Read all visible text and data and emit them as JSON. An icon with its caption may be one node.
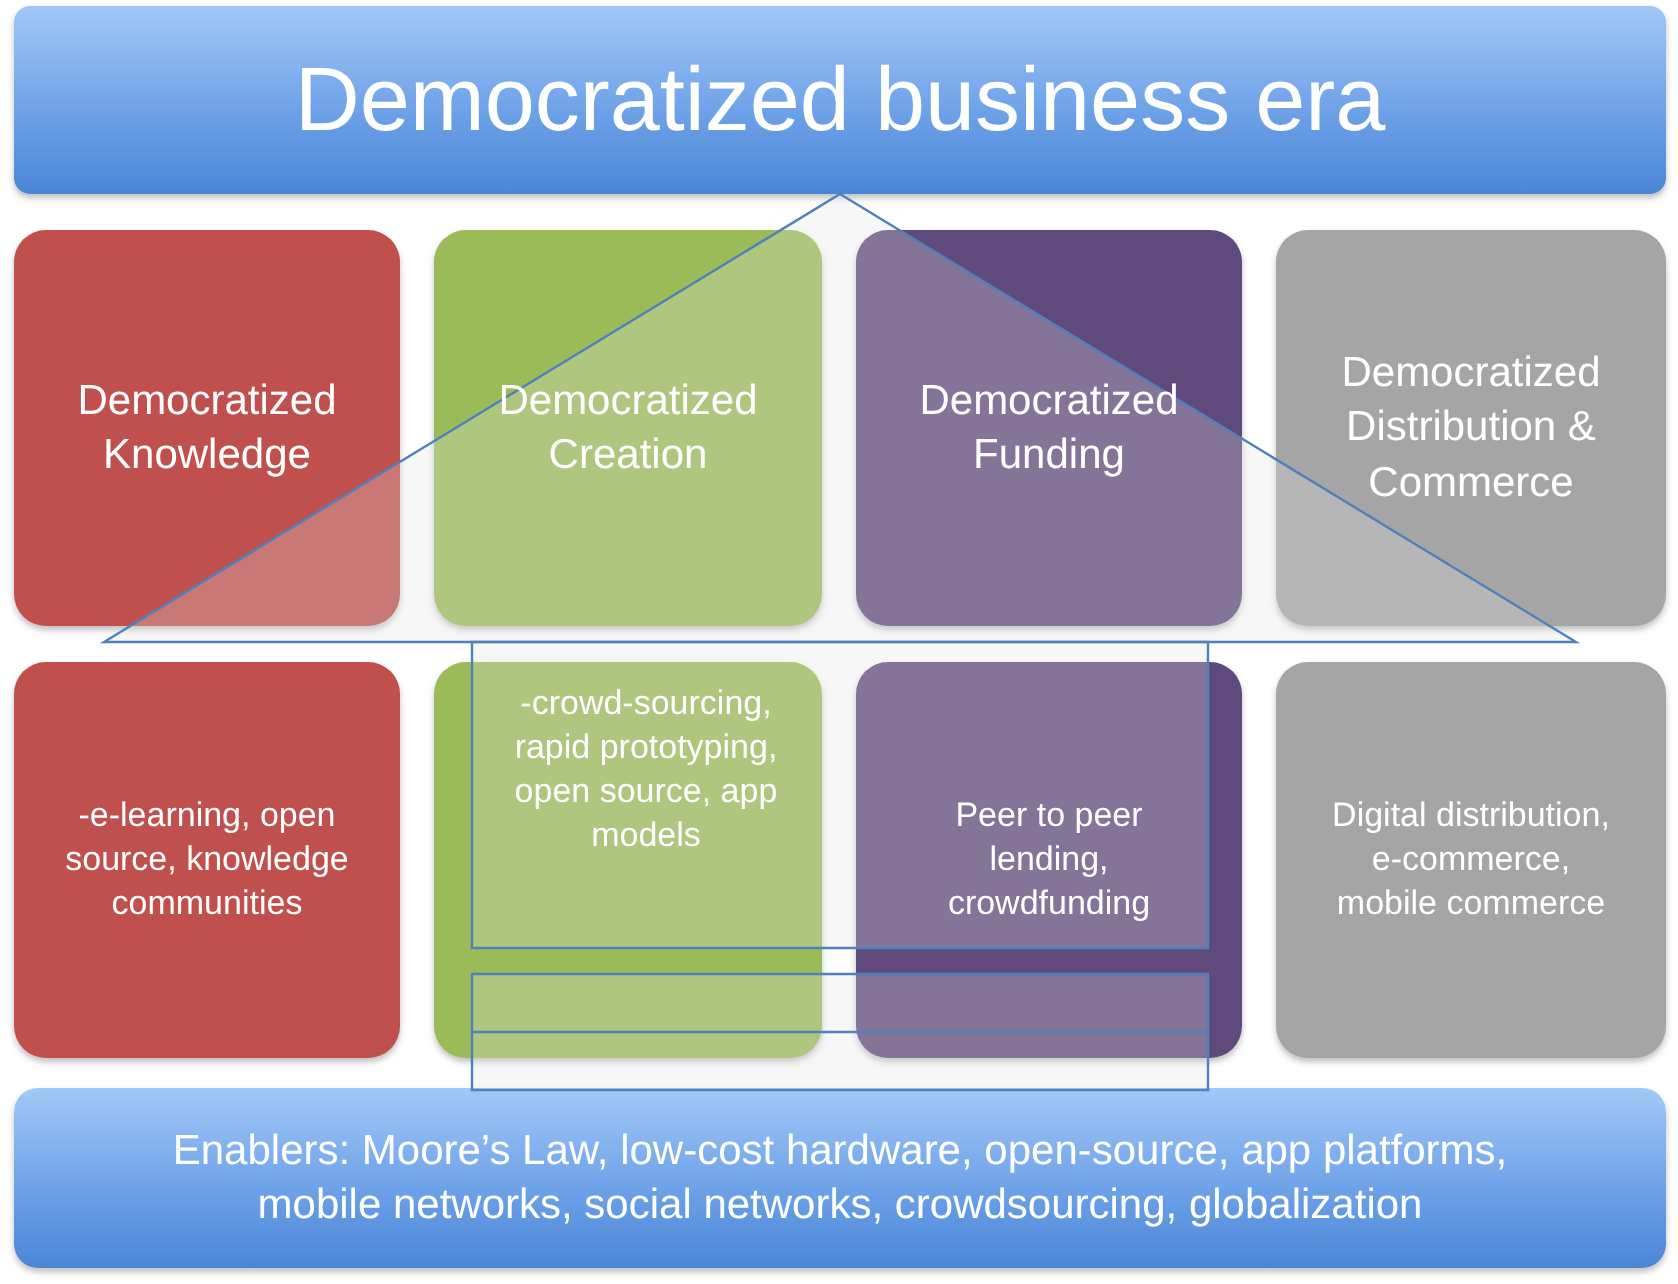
{
  "diagram": {
    "nodes": [
      {
        "text": [
          "Democratized business era"
        ]
      },
      {
        "text": [
          "Democratized Knowledge"
        ]
      },
      {
        "text": [
          "Democratized Creation"
        ]
      },
      {
        "text": [
          "Democratized Funding"
        ]
      },
      {
        "text": [
          "Democratized Distribution & Commerce"
        ]
      },
      {
        "text": [
          "-e-learning, open source, knowledge communities"
        ]
      },
      {
        "text": [
          "-crowd-sourcing, rapid prototyping, open source, app models"
        ]
      },
      {
        "text": [
          "Peer to peer lending, crowdfunding"
        ]
      },
      {
        "text": [
          "Digital distribution, e-commerce, mobile commerce"
        ]
      },
      {
        "text": [
          "Enablers: Moore’s Law, low-cost hardware, open-source, app platforms, mobile networks, social networks, crowdsourcing, globalization"
        ]
      }
    ]
  }
}
